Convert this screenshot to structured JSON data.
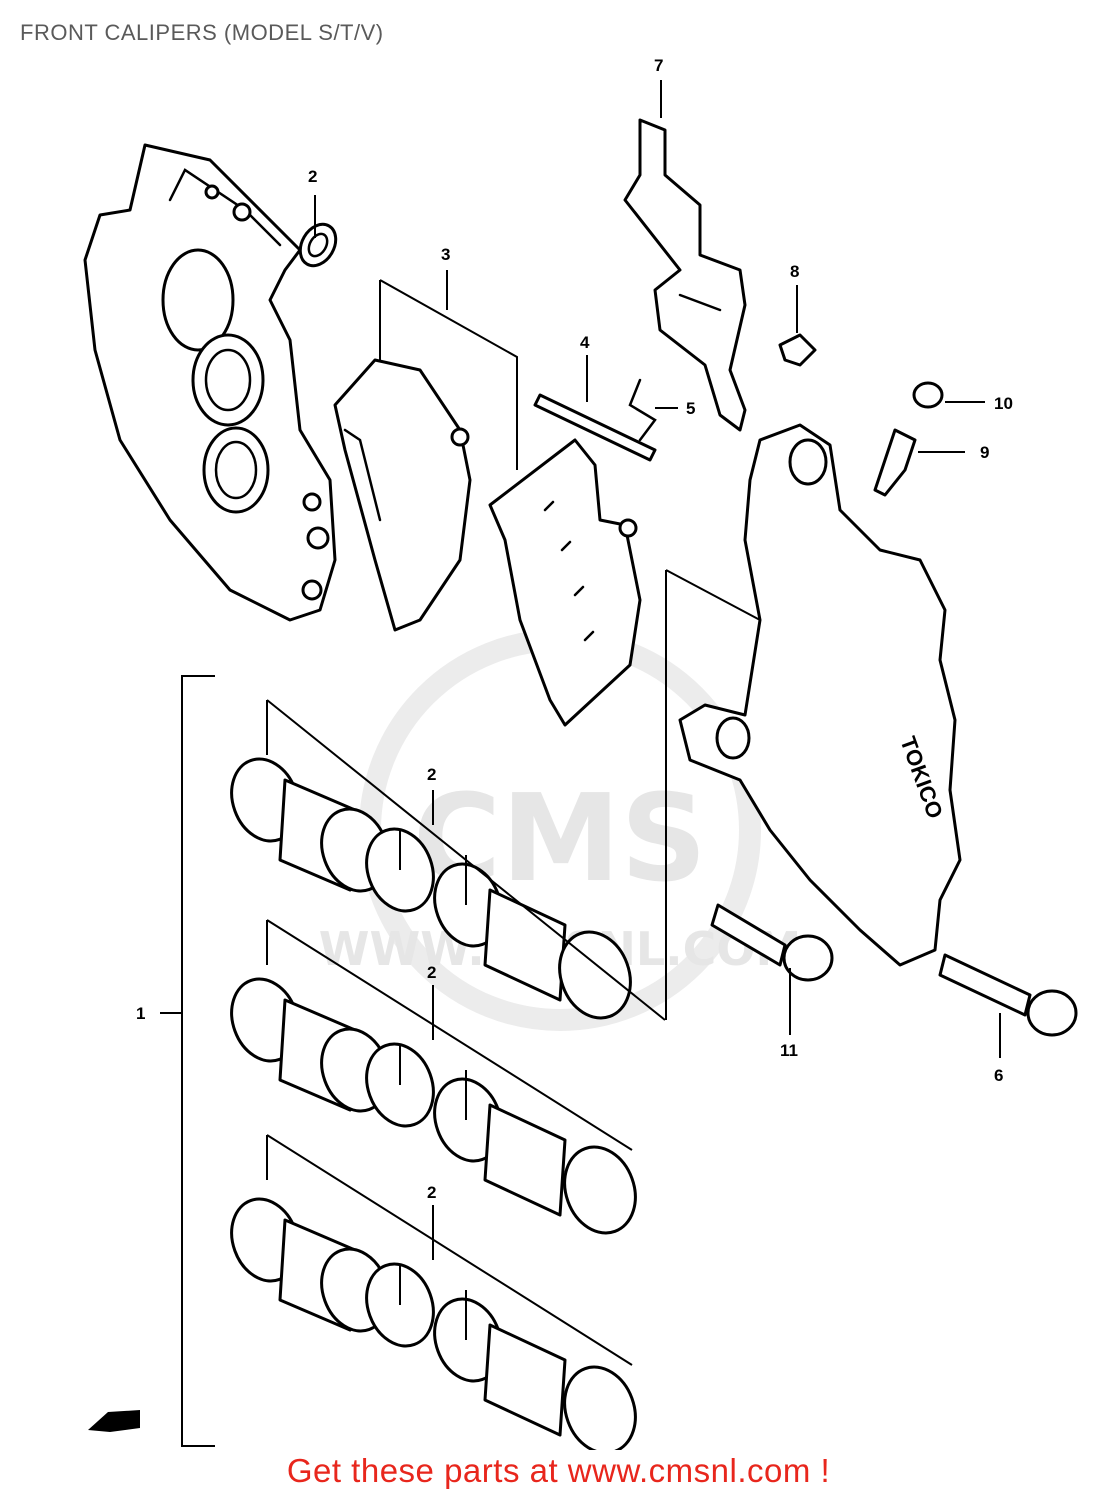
{
  "title": "FRONT CALIPERS (MODEL S/T/V)",
  "footer": "Get these parts at www.cmsnl.com !",
  "watermark": {
    "line1": "CMS",
    "line2": "WWW.CMSNL.COM"
  },
  "colors": {
    "footer": "#e8261c",
    "title": "#5a5a5a",
    "lines": "#000000"
  },
  "callouts": {
    "c1": "1",
    "c2a": "2",
    "c2b": "2",
    "c2c": "2",
    "c2d": "2",
    "c3": "3",
    "c4": "4",
    "c5": "5",
    "c6": "6",
    "c7": "7",
    "c8": "8",
    "c9": "9",
    "c10": "10",
    "c11": "11"
  },
  "caliper_brand": "TOKICO"
}
